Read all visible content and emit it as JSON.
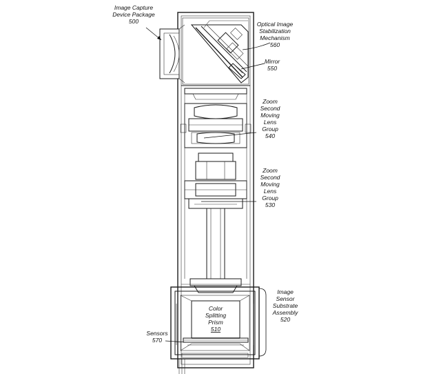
{
  "labels": {
    "package": {
      "lines": [
        "Image Capture",
        "Device Package"
      ],
      "number": "500"
    },
    "stabilization": {
      "lines": [
        "Optical Image",
        "Stabilization",
        "Mechanism"
      ],
      "number": "560"
    },
    "mirror": {
      "lines": [
        "Mirror"
      ],
      "number": "550"
    },
    "zoom_540": {
      "lines": [
        "Zoom",
        "Second",
        "Moving",
        "Lens",
        "Group"
      ],
      "number": "540"
    },
    "zoom_530": {
      "lines": [
        "Zoom",
        "Second",
        "Moving",
        "Lens",
        "Group"
      ],
      "number": "530"
    },
    "sensor_assembly": {
      "lines": [
        "Image",
        "Sensor",
        "Substrate",
        "Assembly"
      ],
      "number": "520"
    },
    "prism": {
      "lines": [
        "Color",
        "Splitting",
        "Prism"
      ],
      "number": "510"
    },
    "sensors": {
      "lines": [
        "Sensors"
      ],
      "number": "570"
    }
  }
}
